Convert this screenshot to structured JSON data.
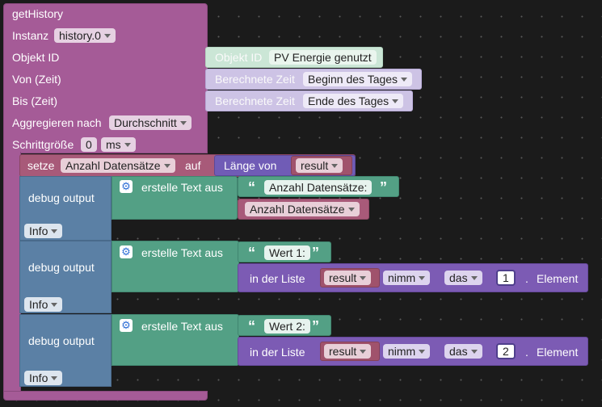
{
  "get_history": {
    "title": "getHistory",
    "instanz_label": "Instanz",
    "instanz_value": "history.0",
    "objekt_id_label": "Objekt ID",
    "von_label": "Von (Zeit)",
    "bis_label": "Bis (Zeit)",
    "aggregieren_label": "Aggregieren nach",
    "aggregieren_value": "Durchschnitt",
    "schritt_label": "Schrittgröße",
    "schritt_value": "0",
    "schritt_unit": "ms"
  },
  "objekt_block": {
    "label": "Objekt ID",
    "value": "PV Energie genutzt"
  },
  "von_block": {
    "label": "Berechnete Zeit",
    "value": "Beginn des Tages"
  },
  "bis_block": {
    "label": "Berechnete Zeit",
    "value": "Ende des Tages"
  },
  "setze_block": {
    "label": "setze",
    "variable": "Anzahl Datensätze",
    "auf": "auf",
    "laenge_label": "Länge von",
    "result": "result"
  },
  "debug1": {
    "label": "debug output",
    "level": "Info",
    "text_label": "erstelle Text aus",
    "string": "Anzahl Datensätze:",
    "var": "Anzahl Datensätze"
  },
  "debug2": {
    "label": "debug output",
    "level": "Info",
    "text_label": "erstelle Text aus",
    "string": "Wert 1:",
    "list_label": "in der Liste",
    "list_var": "result",
    "nimm": "nimm",
    "das": "das",
    "index": "1",
    "dot": ".",
    "element": "Element"
  },
  "debug3": {
    "label": "debug output",
    "level": "Info",
    "text_label": "erstelle Text aus",
    "string": "Wert 2:",
    "list_label": "in der Liste",
    "list_var": "result",
    "nimm": "nimm",
    "das": "das",
    "index": "2",
    "dot": ".",
    "element": "Element"
  },
  "icons": {
    "gear": "gear-icon",
    "quote_open": "“",
    "quote_close": "”"
  }
}
